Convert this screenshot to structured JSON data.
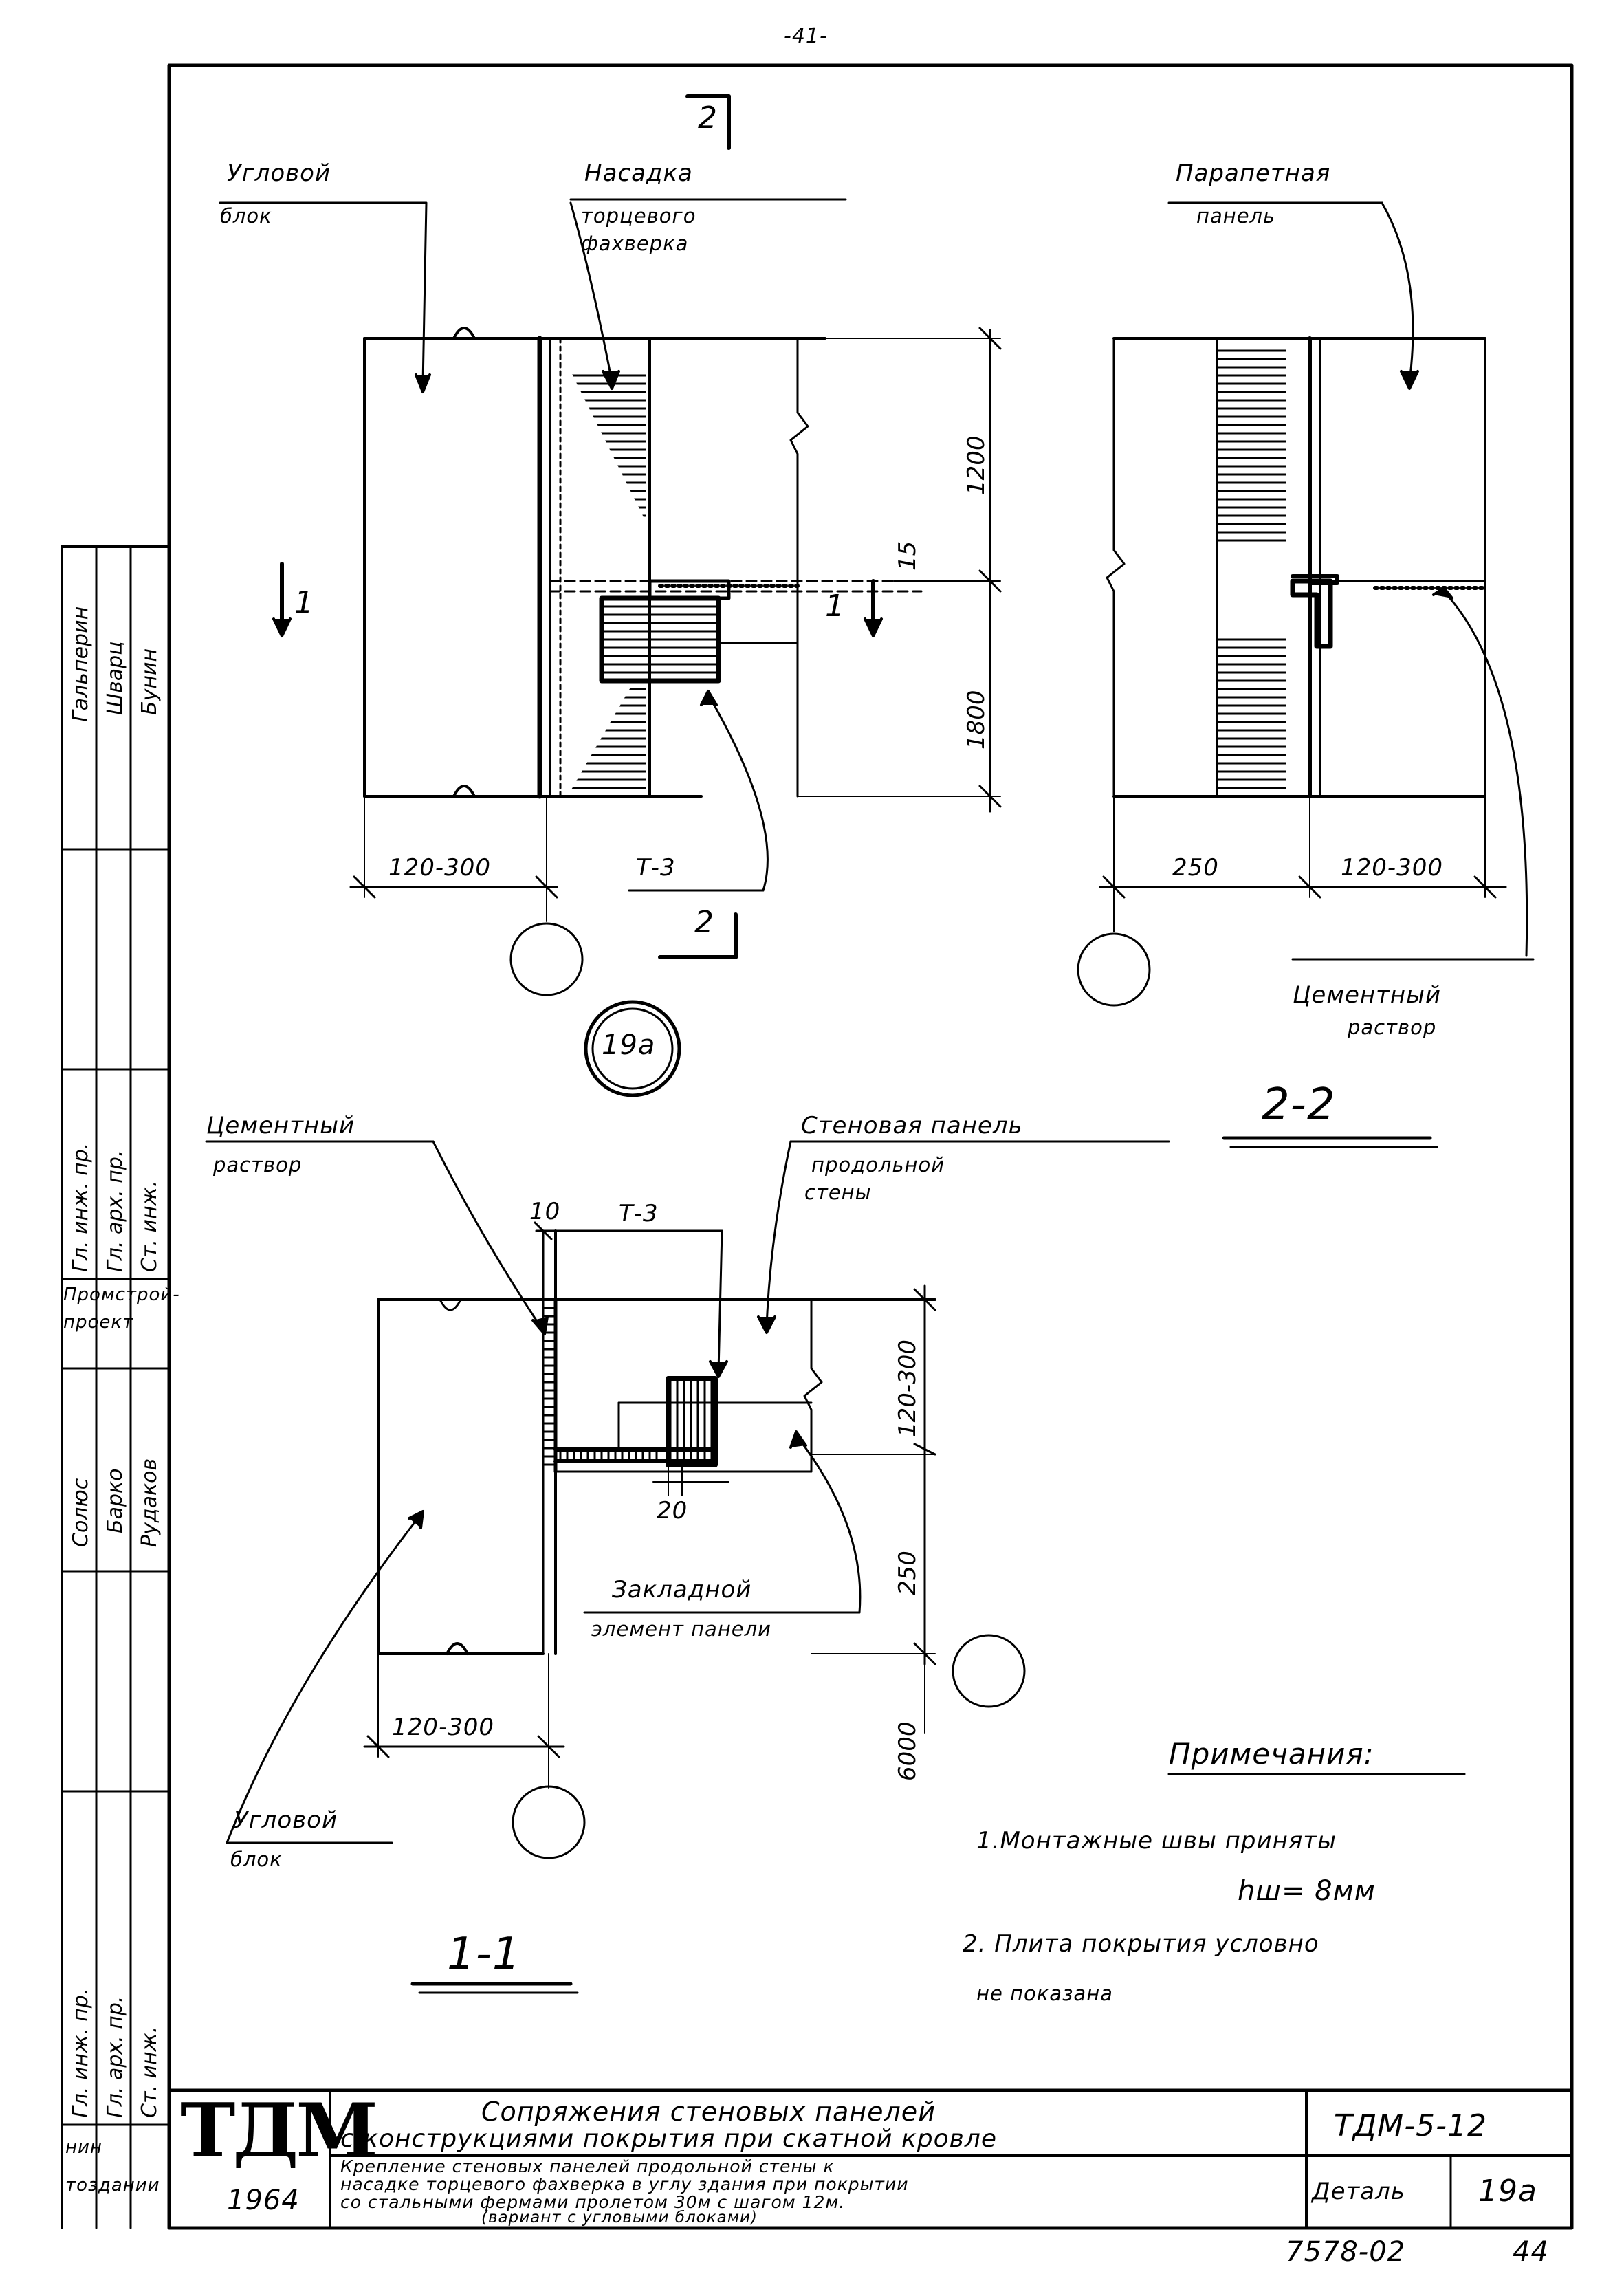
{
  "page_number": "-41-",
  "section_marks": {
    "s2_top": "2",
    "s2_bottom": "2",
    "s1_left": "1",
    "s1_right": "1"
  },
  "view_1": {
    "corner_block": [
      "Угловой",
      "блок"
    ],
    "insert": [
      "Насадка",
      "торцевого",
      "фахверка"
    ],
    "dim_top": "1200",
    "dim_gap": "15",
    "dim_bottom": "1800",
    "dim_width": "120-300",
    "anchor_label": "Т-3",
    "detail_circle": "19а"
  },
  "view_2": {
    "parapet_panel": [
      "Парапетная",
      "панель"
    ],
    "dim_left": "250",
    "dim_right": "120-300",
    "mortar": [
      "Цементный",
      "раствор"
    ],
    "title": "2-2"
  },
  "view_3": {
    "mortar": [
      "Цементный",
      "раствор"
    ],
    "wall_panel": [
      "Стеновая панель",
      "продольной",
      "стены"
    ],
    "dim_10": "10",
    "anchor_label": "Т-3",
    "dim_20": "20",
    "embedded": [
      "Закладной",
      "элемент панели"
    ],
    "dim_v1": "120-300",
    "dim_v2": "250",
    "dim_v3": "6000",
    "dim_width": "120-300",
    "corner_block": [
      "Угловой",
      "блок"
    ],
    "title": "1-1"
  },
  "notes": {
    "heading": "Примечания:",
    "line1": "1.Монтажные швы приняты",
    "line1b": "hш= 8мм",
    "line2": "2. Плита покрытия условно",
    "line2b": "не показана"
  },
  "side_stamp": {
    "roles": [
      "Гл. инж. пр.",
      "Гл. арх. пр.",
      "Ст. инж."
    ],
    "names_top": [
      "Гальперин",
      "Шварц",
      "Бунин"
    ],
    "org": [
      "Промстрой-",
      "проект"
    ],
    "roles_b": [
      "Гл. инж. пр.",
      "Гл. арх. пр.",
      "Ст. инж."
    ],
    "names_b": [
      "Солюс",
      "Барко",
      "Рудаков"
    ],
    "bottom": [
      "нин",
      "тоздании"
    ]
  },
  "title_block": {
    "logo": "ТДМ",
    "year": "1964",
    "title1": "Сопряжения стеновых панелей",
    "title2": "с конструкциями покрытия при скатной кровле",
    "code": "ТДМ-5-12",
    "desc1": "Крепление стеновых панелей продольной стены к",
    "desc2": "насадке торцевого фахверка в углу здания при покрытии",
    "desc3": "со стальными фермами пролетом 30м с шагом 12м.",
    "desc4": "(вариант с угловыми блоками)",
    "detail_label": "Деталь",
    "detail_value": "19а"
  },
  "footer": {
    "doc_number": "7578-02",
    "page": "44"
  }
}
